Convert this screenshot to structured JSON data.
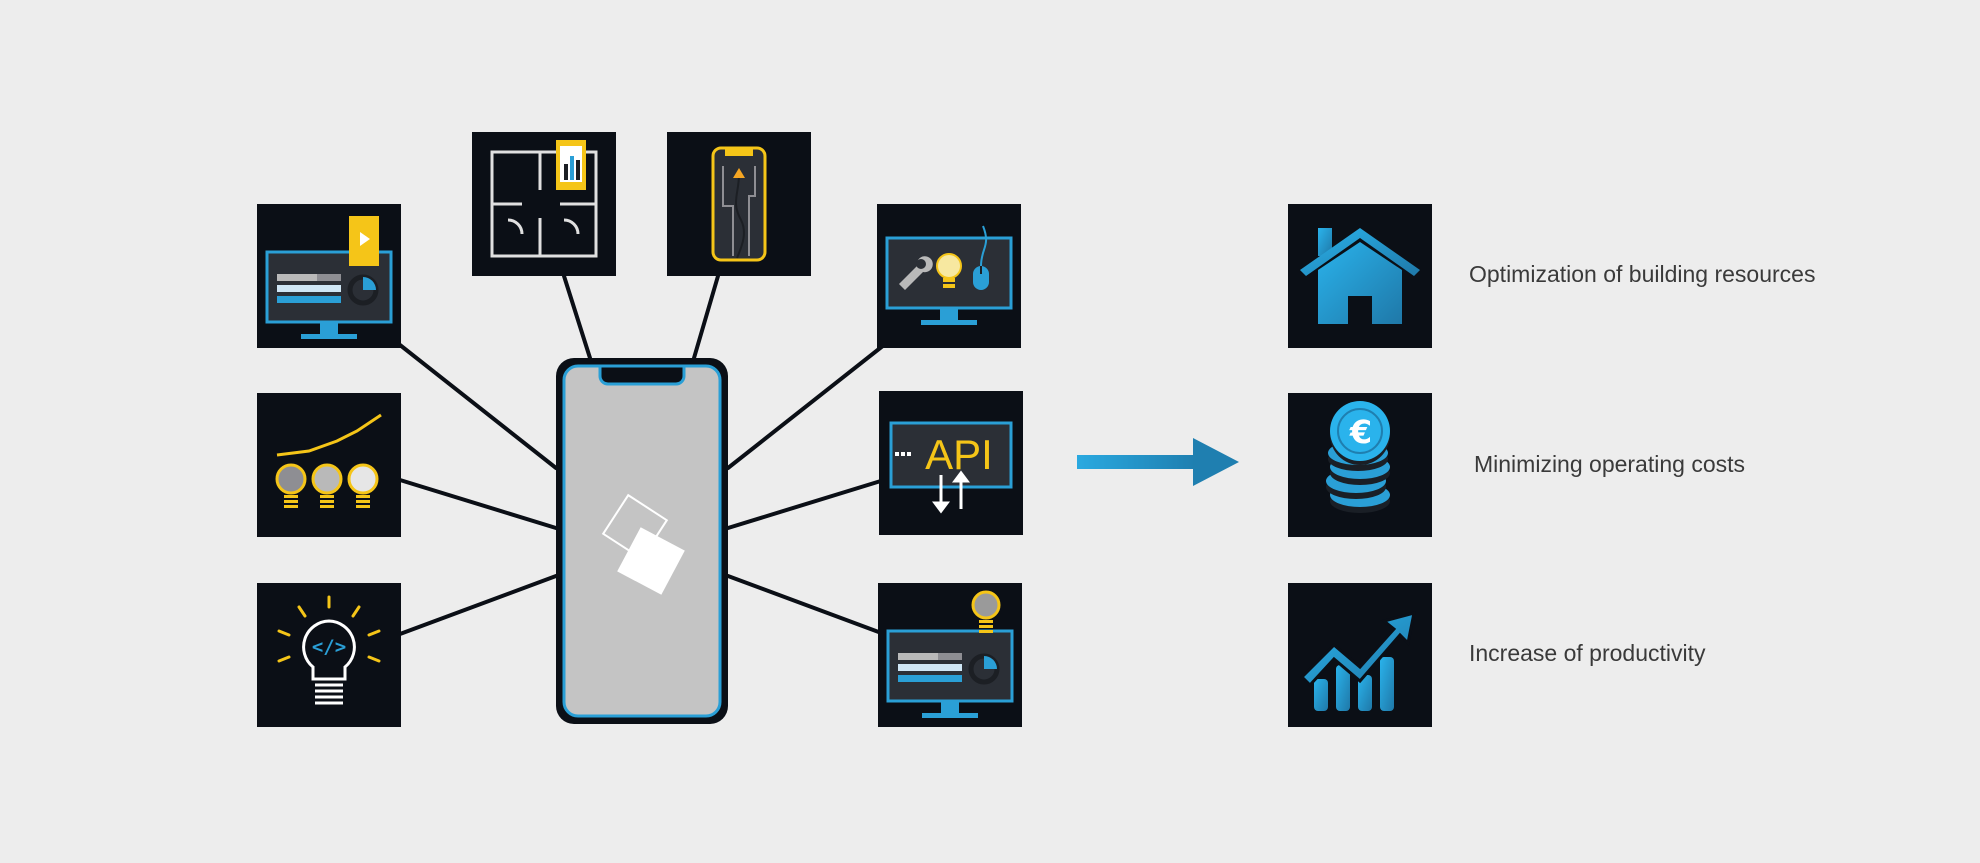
{
  "colors": {
    "background": "#ededed",
    "tile": "#0b0f16",
    "accent_blue": "#2a9fd6",
    "accent_yellow": "#f5c518",
    "phone_screen": "#c4c4c4",
    "connector": "#0b0f16",
    "label_text": "#3a3a3a"
  },
  "hub": {
    "icon": "smartphone-app-icon"
  },
  "features": [
    {
      "name": "dashboard-video-monitor-icon"
    },
    {
      "name": "analytics-lightbulbs-icon"
    },
    {
      "name": "coding-idea-icon"
    },
    {
      "name": "floor-plan-analytics-icon"
    },
    {
      "name": "mobile-navigation-icon"
    },
    {
      "name": "remote-control-monitor-icon"
    },
    {
      "name": "api-exchange-icon",
      "label": "API"
    },
    {
      "name": "lighting-dashboard-icon"
    }
  ],
  "arrow": {
    "icon": "right-arrow-icon"
  },
  "benefits": [
    {
      "icon": "house-icon",
      "label": "Optimization of building resources"
    },
    {
      "icon": "euro-coins-icon",
      "label": "Minimizing operating costs"
    },
    {
      "icon": "growth-chart-icon",
      "label": "Increase of productivity"
    }
  ]
}
